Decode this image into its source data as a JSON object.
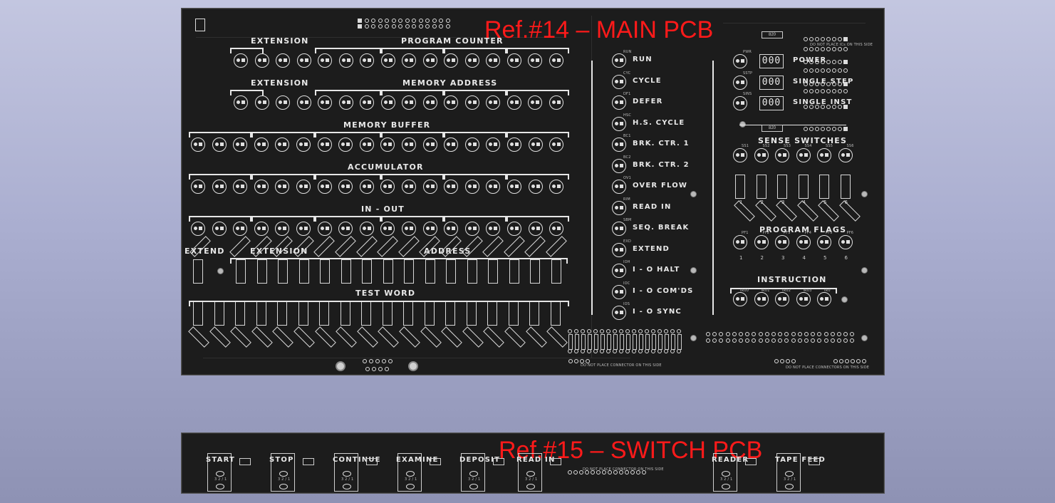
{
  "main_pcb": {
    "title": "Ref.#14 – MAIN PCB",
    "rows": {
      "extension_pc": "EXTENSION",
      "program_counter": "PROGRAM COUNTER",
      "extension_ma": "EXTENSION",
      "memory_address": "MEMORY ADDRESS",
      "memory_buffer": "MEMORY BUFFER",
      "accumulator": "ACCUMULATOR",
      "in_out": "IN - OUT",
      "extend_sw": "EXTEND",
      "extension_sw": "EXTENSION",
      "address_sw": "ADDRESS",
      "test_word": "TEST WORD"
    },
    "status_lamps": [
      "RUN",
      "CYCLE",
      "DEFER",
      "H.S. CYCLE",
      "BRK. CTR. 1",
      "BRK. CTR. 2",
      "OVER FLOW",
      "READ IN",
      "SEQ. BREAK",
      "EXTEND",
      "I - O HALT",
      "I - O COM'DS",
      "I - O SYNC"
    ],
    "status_refs": [
      "RUN",
      "CYC",
      "DF1",
      "HSC",
      "BC1",
      "BC2",
      "OV1",
      "RIM",
      "SBM",
      "EXD",
      "IOH",
      "IOC",
      "IOS"
    ],
    "power_panel": {
      "labels": [
        "POWER",
        "SINGLE STEP",
        "SINGLE INST"
      ],
      "refs": [
        "PWR",
        "SSTP",
        "SINS"
      ],
      "displays": [
        "000",
        "000",
        "000"
      ],
      "top_note": "DO NOT PLACE ICs ON THIS SIDE",
      "res_label": "820"
    },
    "sense_switches": {
      "title": "SENSE SWITCHES",
      "refs": [
        "SS1",
        "SS2",
        "SS3",
        "SS4",
        "SS5",
        "SS6"
      ],
      "numbers": [
        "1",
        "2",
        "3",
        "4",
        "5",
        "6"
      ]
    },
    "program_flags": {
      "title": "PROGRAM FLAGS",
      "refs": [
        "PF1",
        "PF2",
        "PF3",
        "PF4",
        "PF5",
        "PF6"
      ],
      "numbers": [
        "1",
        "2",
        "3",
        "4",
        "5",
        "6"
      ]
    },
    "instruction": {
      "title": "INSTRUCTION",
      "refs": [
        "IR00",
        "IR01",
        "IR02",
        "IR03",
        "IR0"
      ]
    },
    "bottom_notes": [
      "DO NOT PLACE CONNECTOR ON THIS SIDE",
      "DO NOT PLACE CONNECTORS ON THIS SIDE"
    ]
  },
  "switch_pcb": {
    "title": "Ref.#15 – SWITCH PCB",
    "switches": [
      "START",
      "STOP",
      "CONTINUE",
      "EXAMINE",
      "DEPOSIT",
      "READ IN",
      "READER",
      "TAPE FEED"
    ],
    "note": "DO NOT PLACE CONNECTOR ON THIS SIDE",
    "switch_part": "3 2 / 1"
  },
  "colors": {
    "board": "#1c1c1c",
    "silkscreen": "#e6e6e6",
    "ref_label": "#ff1a1a",
    "background": "#aaaed0"
  }
}
